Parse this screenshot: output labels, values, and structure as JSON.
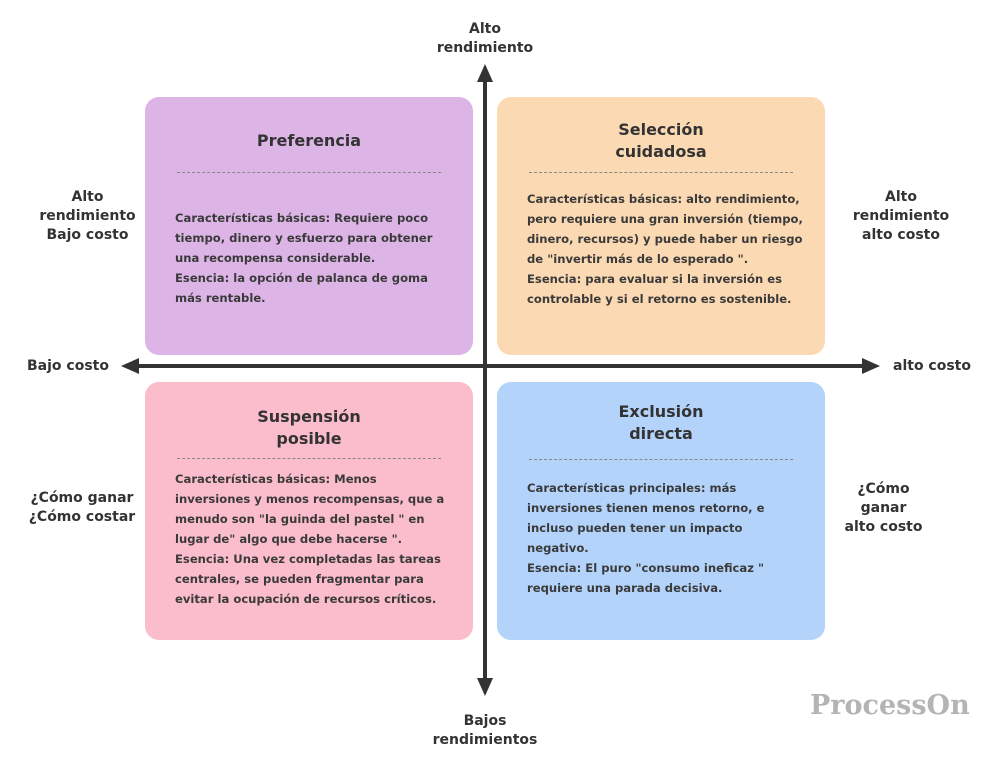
{
  "axes": {
    "top": "Alto\nrendimiento",
    "bottom": "Bajos\nrendimientos",
    "left": "Bajo costo",
    "right": "alto costo"
  },
  "side_labels": {
    "upper_left": "Alto\nrendimiento\nBajo costo",
    "upper_right": "Alto\nrendimiento\nalto costo",
    "lower_left": "¿Cómo ganar\n¿Cómo costar",
    "lower_right": "¿Cómo\nganar\nalto costo"
  },
  "quadrants": [
    {
      "id": "preferencia",
      "title": "Preferencia",
      "color": "#dcb5e6",
      "body": "Características básicas: Requiere poco tiempo, dinero y esfuerzo para obtener una recompensa considerable.\nEsencia: la opción de palanca de goma más rentable."
    },
    {
      "id": "seleccion",
      "title": "Selección\ncuidadosa",
      "color": "#fbd9b2",
      "body": "Características básicas: alto rendimiento, pero requiere una gran inversión (tiempo, dinero, recursos) y puede haber un riesgo de \"invertir más de lo esperado \".\nEsencia: para evaluar si la inversión es controlable y si el retorno es sostenible."
    },
    {
      "id": "suspension",
      "title": "Suspensión\nposible",
      "color": "#fbbccb",
      "body": "Características básicas: Menos inversiones y menos recompensas, que a menudo son \"la guinda del pastel \" en lugar de\" algo que debe hacerse \".\nEsencia: Una vez completadas las tareas centrales, se pueden fragmentar para evitar la ocupación de recursos críticos."
    },
    {
      "id": "exclusion",
      "title": "Exclusión\ndirecta",
      "color": "#b3d3fb",
      "body": "Características principales: más inversiones tienen menos retorno, e incluso pueden tener un impacto negativo.\nEsencia: El puro \"consumo ineficaz \" requiere una parada decisiva."
    }
  ],
  "watermark": "ProcessOn"
}
